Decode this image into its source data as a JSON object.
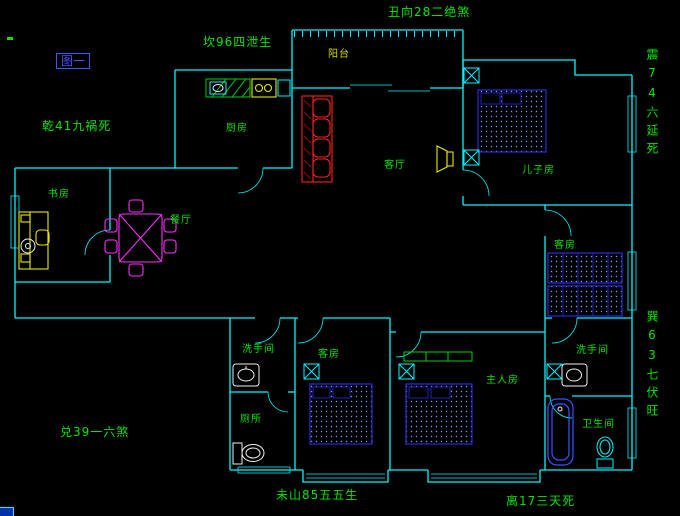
{
  "colors": {
    "bg": "#000000",
    "wall": "#00f5ff",
    "text-green": "#00e400",
    "accent-green": "#00d000",
    "figure-blue": "#3b55ff",
    "balcony-yellow": "#d8d800",
    "sofa-red": "#ff2020",
    "table-magenta": "#ff2cff",
    "bed-blue": "#2a2ae0",
    "desk-yellow": "#e8e800",
    "fixture-white": "#f0f0f0"
  },
  "figure": {
    "label": "图一"
  },
  "annotations": {
    "top": "丑向28二绝煞",
    "kan": "坎96四泄生",
    "qian": "乾41九祸死",
    "zhen": "震74六延死",
    "xun": "巽63七伏旺",
    "dui": "兑39一六煞",
    "wei_shan": "未山85五五生",
    "li": "离17三天死"
  },
  "rooms": {
    "balcony": "阳台",
    "kitchen": "厨房",
    "living": "客厅",
    "son": "儿子房",
    "study": "书房",
    "dining": "餐厅",
    "guest_right": "客房",
    "washroom_left": "洗手间",
    "guest_lower": "客房",
    "master": "主人房",
    "washroom_right": "洗手间",
    "toilet": "厕所",
    "bathroom": "卫生间"
  }
}
